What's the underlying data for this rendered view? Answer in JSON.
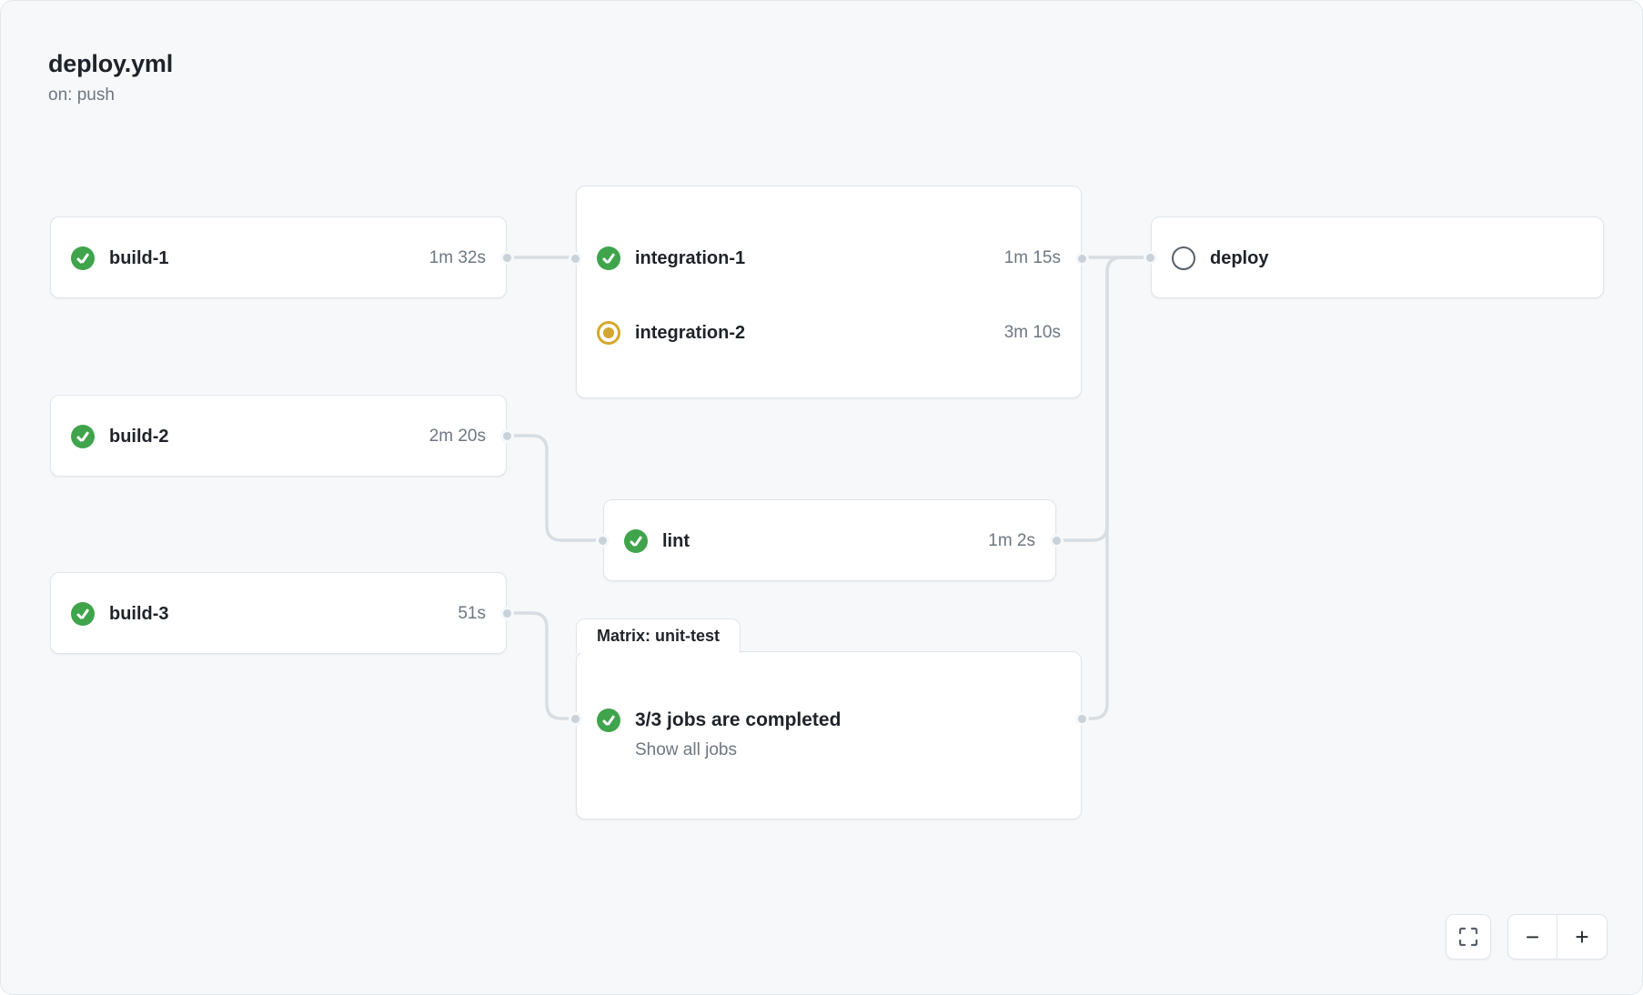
{
  "workflow": {
    "title": "deploy.yml",
    "trigger": "on: push"
  },
  "nodes": {
    "build1": {
      "name": "build-1",
      "duration": "1m 32s",
      "status": "success"
    },
    "build2": {
      "name": "build-2",
      "duration": "2m 20s",
      "status": "success"
    },
    "build3": {
      "name": "build-3",
      "duration": "51s",
      "status": "success"
    },
    "integration1": {
      "name": "integration-1",
      "duration": "1m 15s",
      "status": "success"
    },
    "integration2": {
      "name": "integration-2",
      "duration": "3m 10s",
      "status": "running"
    },
    "lint": {
      "name": "lint",
      "duration": "1m 2s",
      "status": "success"
    },
    "deploy": {
      "name": "deploy",
      "duration": "",
      "status": "pending"
    }
  },
  "matrix": {
    "tab_label": "Matrix: unit-test",
    "summary": "3/3 jobs are completed",
    "show_all_label": "Show all jobs",
    "status": "success"
  },
  "controls": {
    "fit_icon": "fit-screen-icon",
    "zoom_out_label": "−",
    "zoom_in_label": "+"
  },
  "colors": {
    "canvas": "#f6f8fa",
    "success": "#3fa44b",
    "running": "#d4a72c",
    "pending": "#57606a",
    "edge": "#d8dde3",
    "port": "#c9d1d9"
  }
}
